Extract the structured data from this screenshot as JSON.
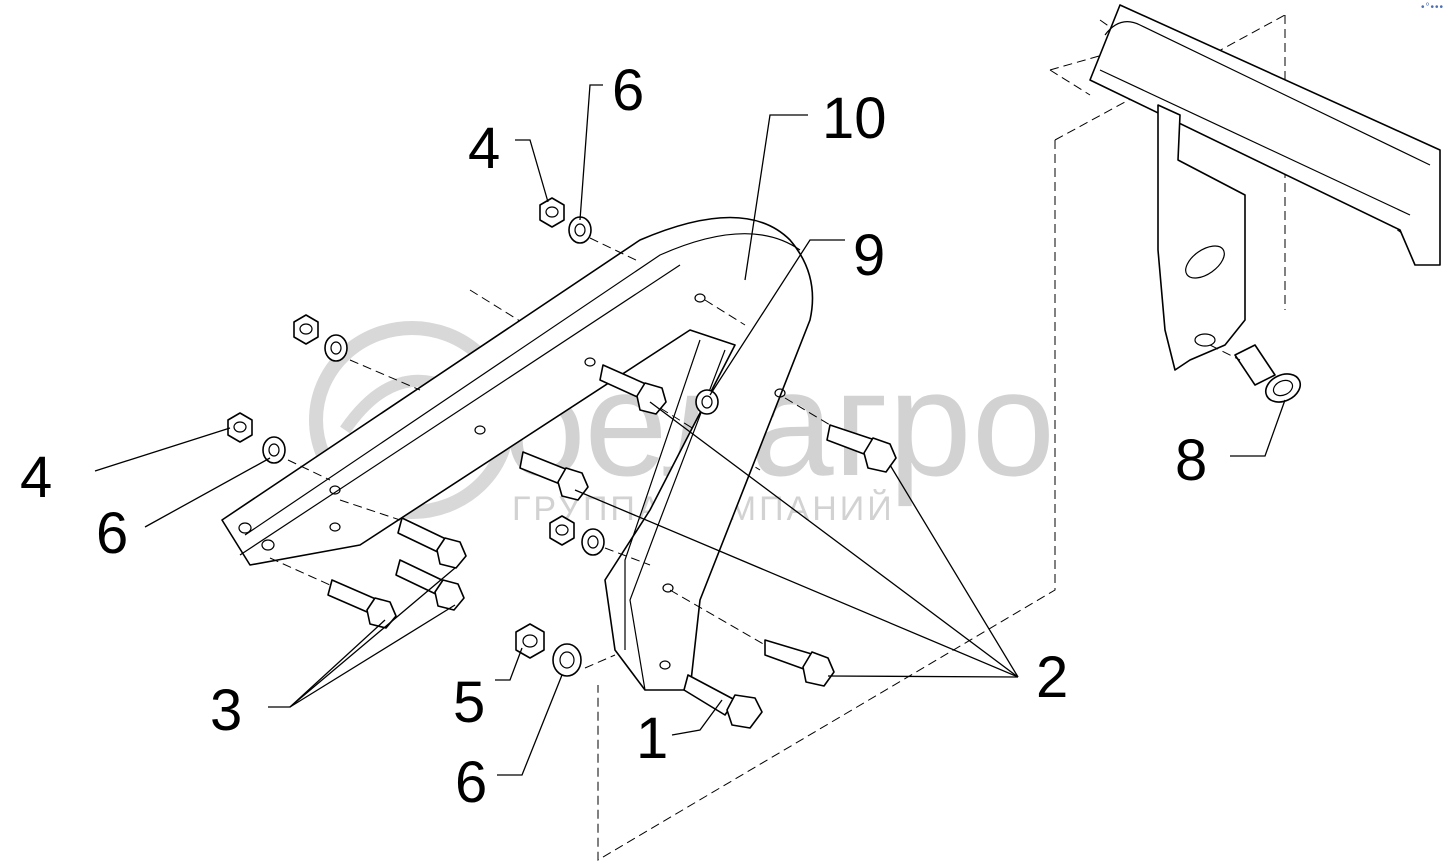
{
  "watermark": {
    "brand": "белагро",
    "subtitle": "ГРУППА КОМПАНИЙ"
  },
  "corner_mark": "•°•••",
  "callouts": [
    {
      "id": "c1",
      "label": "1"
    },
    {
      "id": "c2",
      "label": "2"
    },
    {
      "id": "c3",
      "label": "3"
    },
    {
      "id": "c4a",
      "label": "4"
    },
    {
      "id": "c4b",
      "label": "4"
    },
    {
      "id": "c5",
      "label": "5"
    },
    {
      "id": "c6a",
      "label": "6"
    },
    {
      "id": "c6b",
      "label": "6"
    },
    {
      "id": "c6c",
      "label": "6"
    },
    {
      "id": "c8",
      "label": "8"
    },
    {
      "id": "c9",
      "label": "9"
    },
    {
      "id": "c10",
      "label": "10"
    }
  ]
}
